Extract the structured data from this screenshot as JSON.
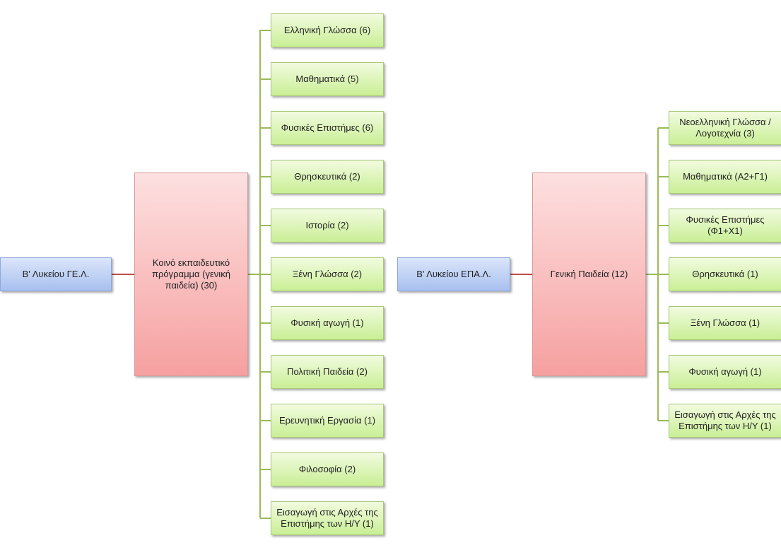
{
  "left_tree": {
    "root": "Β' Λυκείου ΓΕ.Λ.",
    "group": "Κοινό εκπαιδευτικό πρόγραμμα (γενική παιδεία) (30)",
    "subjects": [
      "Ελληνική Γλώσσα (6)",
      "Μαθηματικά (5)",
      "Φυσικές Επιστήμες (6)",
      "Θρησκευτικά (2)",
      "Ιστορία (2)",
      "Ξένη Γλώσσα (2)",
      "Φυσική αγωγή (1)",
      "Πολιτική Παιδεία (2)",
      "Ερευνητική Εργασία (1)",
      "Φιλοσοφία (2)",
      "Εισαγωγή στις Αρχές της Επιστήμης των Η/Υ (1)"
    ]
  },
  "right_tree": {
    "root": "Β' Λυκείου ΕΠΑ.Λ.",
    "group": "Γενική Παιδεία (12)",
    "subjects": [
      "Νεοελληνική Γλώσσα / Λογοτεχνία (3)",
      "Μαθηματικά (Α2+Γ1)",
      "Φυσικές Επιστήμες (Φ1+Χ1)",
      "Θρησκευτικά (1)",
      "Ξένη Γλώσσα (1)",
      "Φυσική αγωγή (1)",
      "Εισαγωγή στις Αρχές της Επιστήμης των Η/Υ (1)"
    ]
  },
  "colors": {
    "root_fill": "#c5d5f6",
    "group_fill": "#f9bcbc",
    "leaf_fill": "#dff6bd",
    "root_link": "#c0504d",
    "leaf_link": "#9bbb59"
  }
}
